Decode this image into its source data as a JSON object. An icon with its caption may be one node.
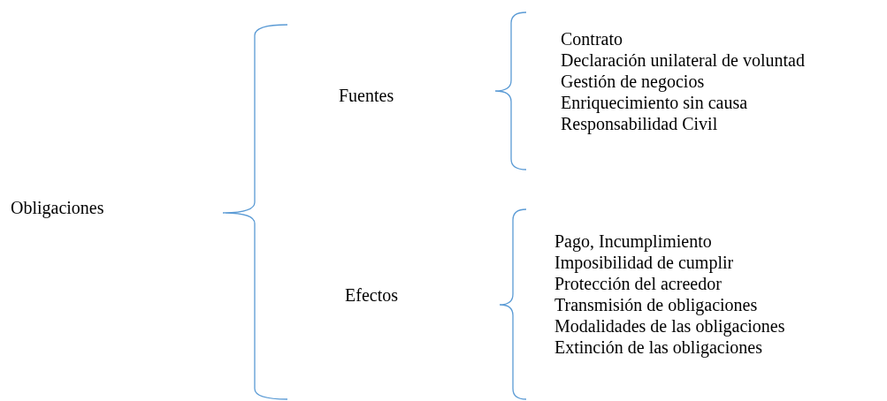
{
  "diagram": {
    "labels": [
      "Obligaciones",
      "Fuentes",
      "Contrato",
      "Declaración unilateral de voluntad",
      "Gestión de negocios",
      "Enriquecimiento sin causa",
      "Responsabilidad Civil",
      "Efectos",
      "Pago, Incumplimiento",
      "Imposibilidad de cumplir",
      "Protección del acreedor",
      "Transmisión de obligaciones",
      "Modalidades de las obligaciones",
      "Extinción de las obligaciones"
    ]
  }
}
